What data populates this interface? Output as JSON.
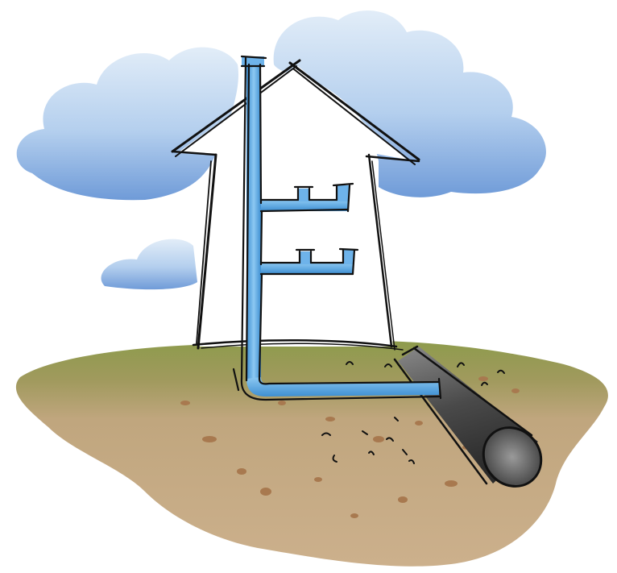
{
  "illustration": {
    "colors": {
      "sky_cloud_light": "#dbe8f6",
      "sky_cloud_mid": "#a9c8ec",
      "sky_cloud_dark": "#7fa6dd",
      "grass": "#8a9a4a",
      "soil": "#c8a882",
      "soil_dark": "#a87a52",
      "house_wall": "#ffffff",
      "pipe_blue": "#6eb3ea",
      "pipe_blue_dark": "#3a86c8",
      "sewer_main": "#555555",
      "outline": "#111111"
    },
    "elements": [
      "clouds",
      "ground",
      "house",
      "drain-waste-vent-stack",
      "building-drain",
      "sewer-main"
    ]
  }
}
